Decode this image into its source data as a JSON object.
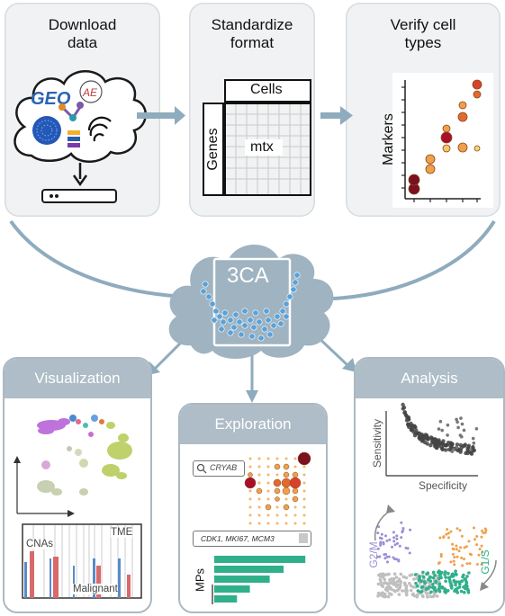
{
  "top_steps": {
    "download": {
      "title_line1": "Download",
      "title_line2": "data"
    },
    "standardize": {
      "title_line1": "Standardize",
      "title_line2": "format",
      "cells_label": "Cells",
      "genes_label": "Genes",
      "matrix_label": "mtx"
    },
    "verify": {
      "title_line1": "Verify cell",
      "title_line2": "types",
      "axis_label": "Markers"
    }
  },
  "center": {
    "logo_text": "3CA"
  },
  "panels": {
    "visualization": {
      "title": "Visualization",
      "cnas_label": "CNAs",
      "tme_label": "TME",
      "malignant_label": "Malignant"
    },
    "exploration": {
      "title": "Exploration",
      "search_text": "CRYAB",
      "genes_box_text": "CDK1, MKI67, MCM3",
      "mps_label": "MPs",
      "mp_bar_values": [
        0.92,
        0.7,
        0.56,
        0.36,
        0.23
      ]
    },
    "analysis": {
      "title": "Analysis",
      "sensitivity_label": "Sensitivity",
      "specificity_label": "Specificity",
      "g2m_label": "G2/M",
      "g1s_label": "G1/S"
    }
  },
  "colors": {
    "card_bg": "#f0f2f3",
    "arrow": "#8fabbe",
    "panel_header": "#aebdc7",
    "cloud": "#9fb3c1",
    "dots_blue": "#5aa2d8",
    "dark_red": "#7a1020",
    "red": "#d9412c",
    "orange": "#f0a04b",
    "teal": "#2fb08b",
    "purple": "#9a8fd6",
    "purple_cluster": "#b35ad6",
    "green_cluster": "#b8cc5a"
  }
}
